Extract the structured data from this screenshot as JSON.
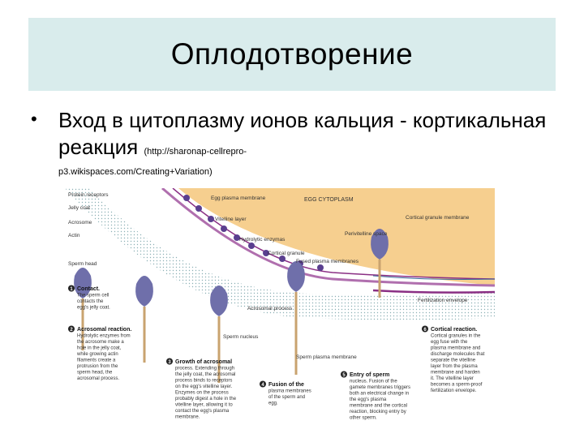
{
  "slide": {
    "title": "Оплодотворение",
    "bullet_text": "Вход в цитоплазму ионов кальция - кортикальная реакция",
    "source_part1": "(http://sharonap-cellrepro-",
    "source_part2": "p3.wikispaces.com/Creating+Variation)"
  },
  "figure": {
    "labels": {
      "protein_receptors": "Protein receptors",
      "jelly_coat": "Jelly coat",
      "acrosome": "Acrosome",
      "actin": "Actin",
      "sperm_head": "Sperm head",
      "egg_plasma_membrane": "Egg plasma membrane",
      "vitelline_layer": "Vitelline layer",
      "hydrolytic_enzymas": "Hydrolytic enzymas",
      "cortical_granule": "Cortical granule",
      "fused_plasma_membranes": "Fused plasma membranes",
      "perivitelline_space": "Perivitelline space",
      "egg_cytoplasm": "EGG CYTOPLASM",
      "cortical_granule_membrane": "Cortical granule membrane",
      "fertilization_envelope": "Fertilization envelope",
      "acrosomal_process": "Acrosomal process",
      "sperm_nucleus": "Sperm nucleus",
      "sperm_plasma_membrane": "Sperm plasma membrane"
    },
    "steps": [
      {
        "num": "1",
        "title": "Contact.",
        "lines": [
          "The sperm cell",
          "contacts the",
          "egg's jelly coat."
        ]
      },
      {
        "num": "2",
        "title": "Acrosomal reaction.",
        "lines": [
          "Hydrolytic enzymes from",
          "the acrosome make a",
          "hole in the jelly coat,",
          "while growing actin",
          "filaments create a",
          "protrusion from the",
          "sperm head, the",
          "acrosomal process."
        ]
      },
      {
        "num": "3",
        "title": "Growth of acrosomal",
        "lines": [
          "process. Extending through",
          "the jelly coat, the acrosomal",
          "process binds to receptors",
          "on the egg's vitelline layer.",
          "Enzymes on the process",
          "probably digest a hole in the",
          "vitelline layer, allowing it to",
          "contact the egg's plasma",
          "membrane."
        ]
      },
      {
        "num": "4",
        "title": "Fusion of the",
        "lines": [
          "plasma membranes",
          "of the sperm and",
          "egg."
        ]
      },
      {
        "num": "5",
        "title": "Entry of sperm",
        "lines": [
          "nucleus. Fusion of the",
          "gamete membranes triggers",
          "both an electrical change in",
          "the egg's plasma",
          "membrane and the cortical",
          "reaction, blocking entry by",
          "other sperm."
        ]
      },
      {
        "num": "6",
        "title": "Cortical reaction.",
        "lines": [
          "Cortical granules in the",
          "egg fuse with the",
          "plasma membrane and",
          "discharge molecules that",
          "separate the vitelline",
          "layer from the plasma",
          "membrane and harden",
          "it. The vitelline layer",
          "becomes a sperm-proof",
          "fertilization envelope."
        ]
      }
    ]
  }
}
